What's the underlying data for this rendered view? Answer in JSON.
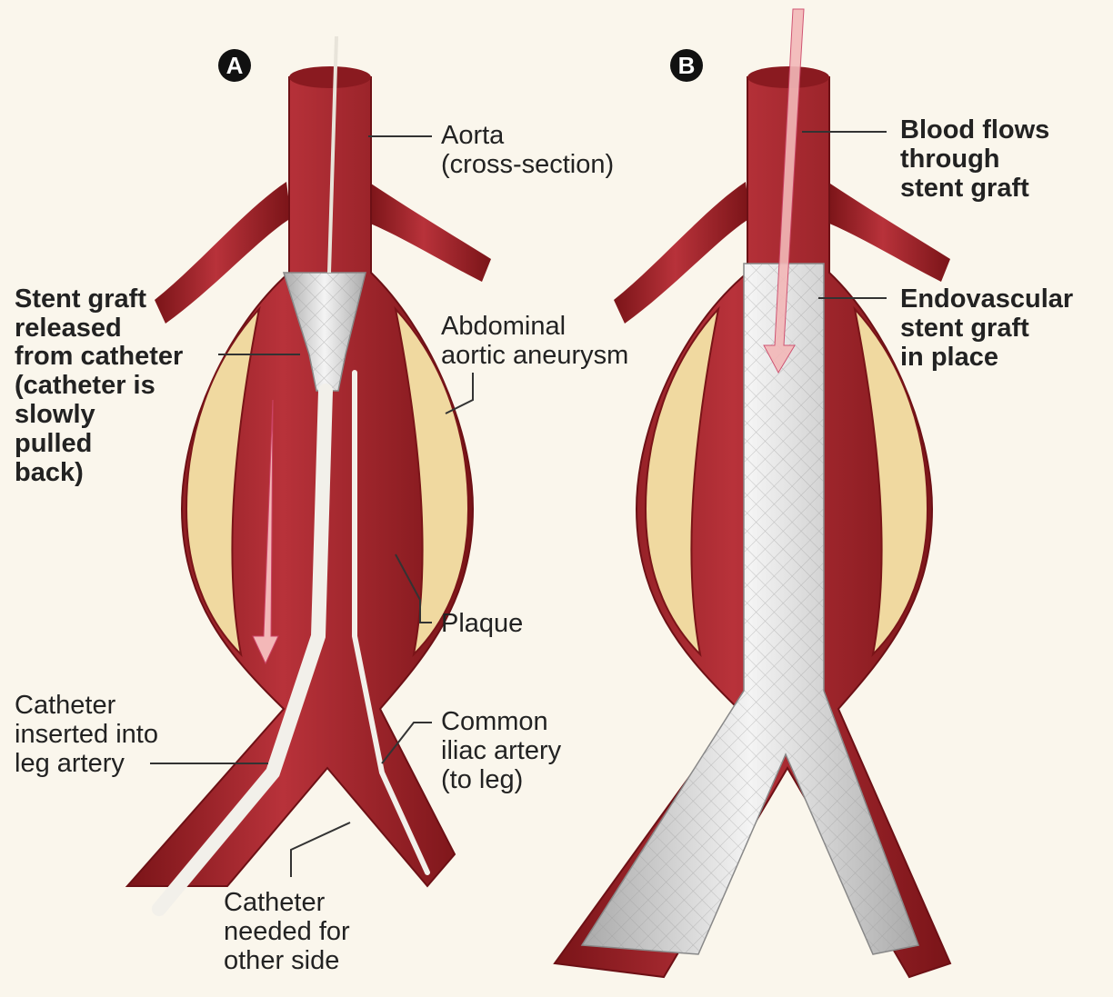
{
  "panels": {
    "a": {
      "badge": "A"
    },
    "b": {
      "badge": "B"
    }
  },
  "labels": {
    "aorta": [
      "Aorta",
      "(cross-section)"
    ],
    "stent_released": [
      "Stent graft",
      "released",
      "from catheter",
      "(catheter is",
      "slowly",
      "pulled",
      "back)"
    ],
    "aneurysm": [
      "Abdominal",
      "aortic aneurysm"
    ],
    "plaque": [
      "Plaque"
    ],
    "catheter_inserted": [
      "Catheter",
      "inserted into",
      "leg artery"
    ],
    "iliac": [
      "Common",
      "iliac artery",
      "(to leg)"
    ],
    "catheter_other": [
      "Catheter",
      "needed for",
      "other side"
    ],
    "blood_flows": [
      "Blood flows",
      "through",
      "stent graft"
    ],
    "endovascular": [
      "Endovascular",
      "stent graft",
      "in place"
    ]
  },
  "colors": {
    "background": "#faf6ec",
    "artery": "#a8232a",
    "artery_dark": "#7a1418",
    "plaque": "#f0d9a0",
    "stent": "#dcdcdc",
    "catheter": "#f2f0ea",
    "blood_arrow": "#f3b8b8"
  }
}
